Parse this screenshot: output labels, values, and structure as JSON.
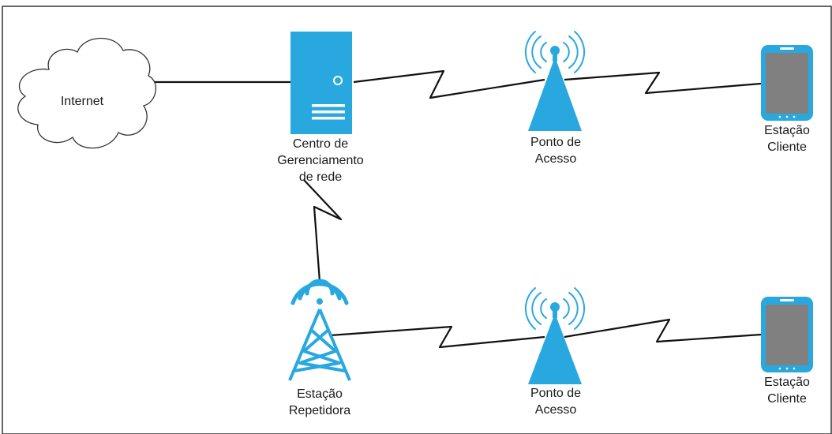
{
  "labels": {
    "internet": "Internet",
    "management_center": [
      "Centro de",
      "Gerenciamento",
      "de rede"
    ],
    "access_point_top": [
      "Ponto de",
      "Acesso"
    ],
    "client_top": [
      "Estação",
      "Cliente"
    ],
    "repeater": [
      "Estação",
      "Repetidora"
    ],
    "access_point_bottom": [
      "Ponto de",
      "Acesso"
    ],
    "client_bottom": [
      "Estação",
      "Cliente"
    ]
  },
  "colors": {
    "device_blue": "#29a8e0",
    "screen_gray": "#808080",
    "link": "#111111",
    "border": "#333333"
  },
  "icons": {
    "internet": "cloud-icon",
    "management_center": "server-icon",
    "access_point": "access-point-icon",
    "client": "tablet-icon",
    "repeater": "radio-tower-icon"
  }
}
